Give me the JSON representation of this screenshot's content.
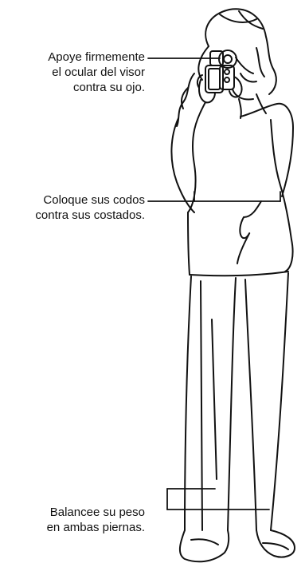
{
  "captions": {
    "eye": {
      "lines": [
        "Apoye firmemente",
        "el ocular del visor",
        "contra su ojo."
      ]
    },
    "elbows": {
      "lines": [
        "Coloque sus codos",
        "contra sus costados."
      ]
    },
    "feet": {
      "lines": [
        "Balancee su peso",
        "en ambas piernas."
      ]
    }
  },
  "colors": {
    "ink": "#111111",
    "background": "#ffffff"
  },
  "icons": {
    "figure": "person-holding-camcorder-illustration"
  }
}
